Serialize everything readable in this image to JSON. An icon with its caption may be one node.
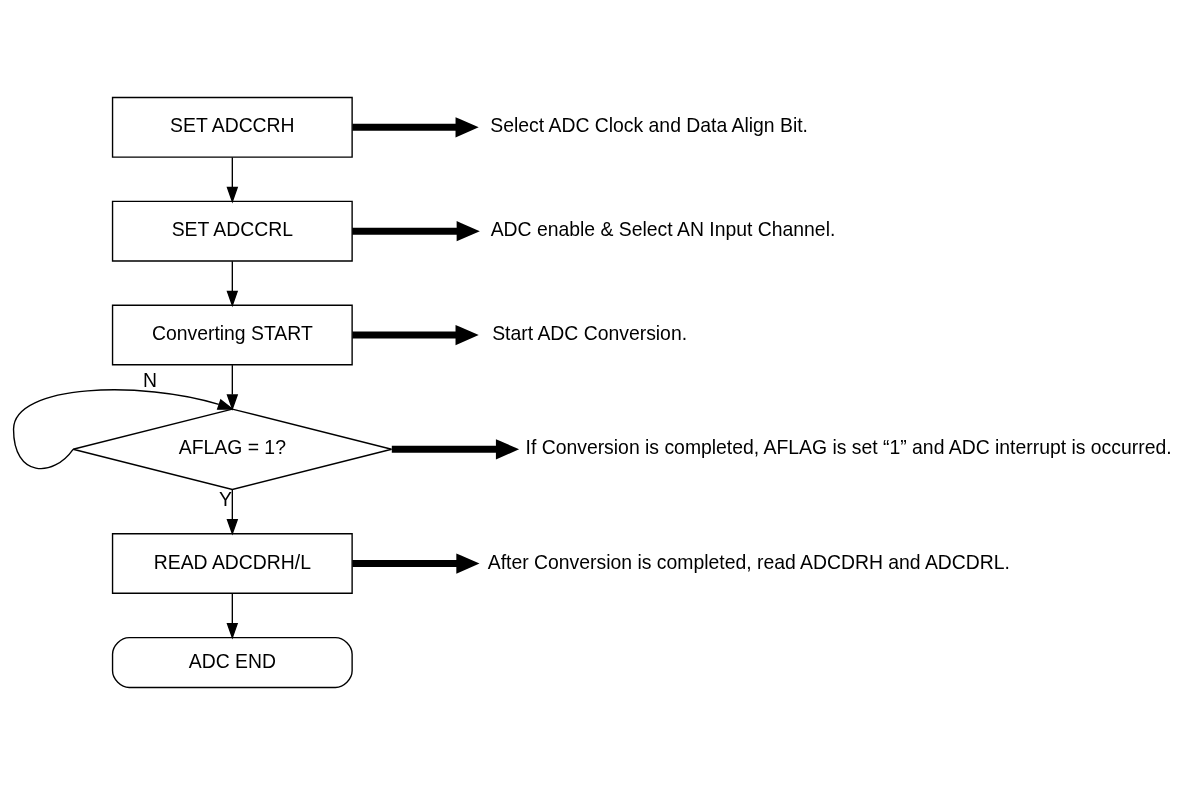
{
  "diagram": {
    "nodes": [
      {
        "text": [
          "SET ADCCRH"
        ]
      },
      {
        "text": [
          "Select ADC Clock and Data Align Bit."
        ]
      },
      {
        "text": [
          "SET ADCCRL"
        ]
      },
      {
        "text": [
          "ADC enable & Select AN Input Channel."
        ]
      },
      {
        "text": [
          "Converting START"
        ]
      },
      {
        "text": [
          "Start ADC Conversion."
        ]
      },
      {
        "text": [
          "AFLAG = 1?"
        ]
      },
      {
        "text": [
          "If Conversion is completed, AFLAG is set “1” and ADC interrupt is occurred."
        ]
      },
      {
        "text": [
          "READ ADCDRH/L"
        ]
      },
      {
        "text": [
          "After Conversion is completed, read ADCDRH and ADCDRL."
        ]
      },
      {
        "text": [
          "ADC END"
        ]
      }
    ],
    "edges": [
      {
        "from": 0,
        "to": 2,
        "arrow": "to"
      },
      {
        "from": 2,
        "to": 4,
        "arrow": "to"
      },
      {
        "from": 4,
        "to": 6,
        "arrow": "to"
      },
      {
        "from": 6,
        "to": 6,
        "arrow": "to",
        "label": "N"
      },
      {
        "from": 6,
        "to": 8,
        "arrow": "to",
        "label": "Y"
      },
      {
        "from": 8,
        "to": 10,
        "arrow": "to"
      },
      {
        "from": 0,
        "to": 1,
        "arrow": "to",
        "style": "thick"
      },
      {
        "from": 2,
        "to": 3,
        "arrow": "to",
        "style": "thick"
      },
      {
        "from": 4,
        "to": 5,
        "arrow": "to",
        "style": "thick"
      },
      {
        "from": 6,
        "to": 7,
        "arrow": "to",
        "style": "thick"
      },
      {
        "from": 8,
        "to": 9,
        "arrow": "to",
        "style": "thick"
      }
    ]
  }
}
